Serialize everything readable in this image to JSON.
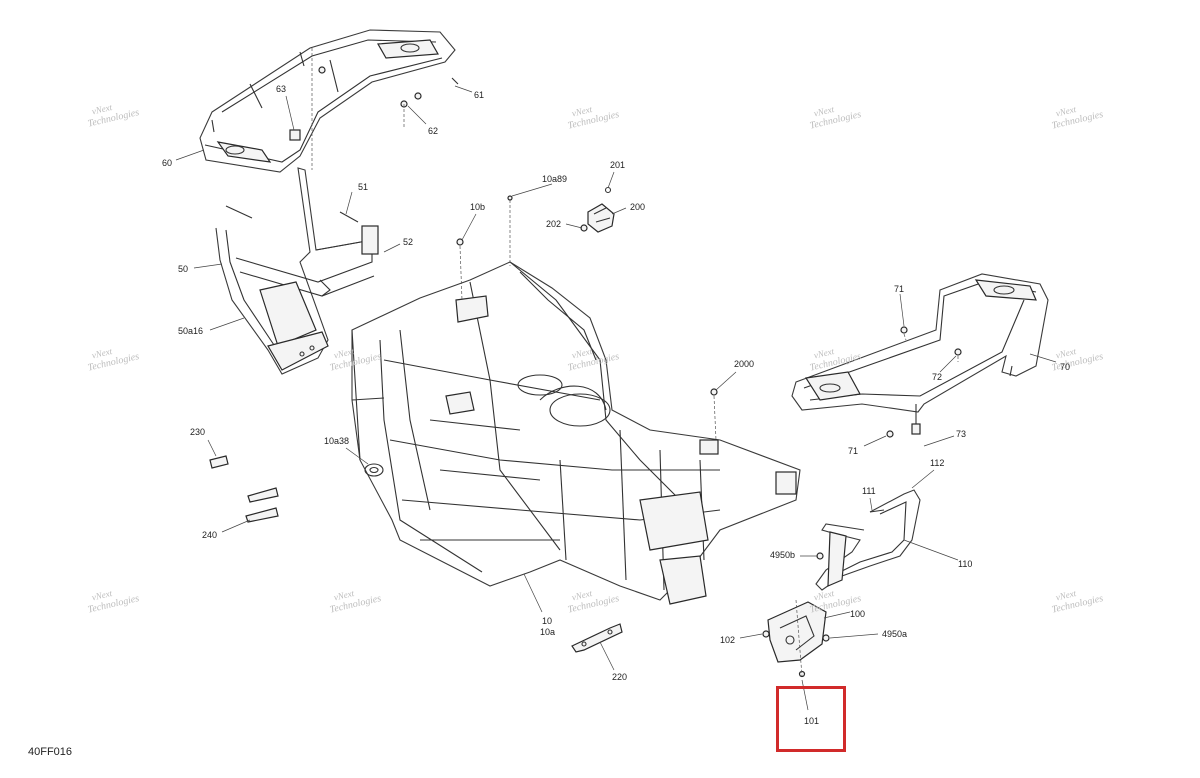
{
  "diagram": {
    "code": "40FF016",
    "watermark_line1": "vNext",
    "watermark_line2": "Technologies",
    "highlight_color": "#d12a2a",
    "callouts": [
      {
        "id": "c-61",
        "text": "61"
      },
      {
        "id": "c-62",
        "text": "62"
      },
      {
        "id": "c-63",
        "text": "63"
      },
      {
        "id": "c-60",
        "text": "60"
      },
      {
        "id": "c-51",
        "text": "51"
      },
      {
        "id": "c-52",
        "text": "52"
      },
      {
        "id": "c-50",
        "text": "50"
      },
      {
        "id": "c-50a16",
        "text": "50a16"
      },
      {
        "id": "c-10b",
        "text": "10b"
      },
      {
        "id": "c-10a89",
        "text": "10a89"
      },
      {
        "id": "c-201",
        "text": "201"
      },
      {
        "id": "c-200",
        "text": "200"
      },
      {
        "id": "c-202",
        "text": "202"
      },
      {
        "id": "c-71a",
        "text": "71"
      },
      {
        "id": "c-72",
        "text": "72"
      },
      {
        "id": "c-70",
        "text": "70"
      },
      {
        "id": "c-2000",
        "text": "2000"
      },
      {
        "id": "c-71b",
        "text": "71"
      },
      {
        "id": "c-73",
        "text": "73"
      },
      {
        "id": "c-230",
        "text": "230"
      },
      {
        "id": "c-10a38",
        "text": "10a38"
      },
      {
        "id": "c-240",
        "text": "240"
      },
      {
        "id": "c-112",
        "text": "112"
      },
      {
        "id": "c-111",
        "text": "111"
      },
      {
        "id": "c-110",
        "text": "110"
      },
      {
        "id": "c-4950b",
        "text": "4950b"
      },
      {
        "id": "c-10",
        "text": "10"
      },
      {
        "id": "c-10a",
        "text": "10a"
      },
      {
        "id": "c-100",
        "text": "100"
      },
      {
        "id": "c-102",
        "text": "102"
      },
      {
        "id": "c-4950a",
        "text": "4950a"
      },
      {
        "id": "c-220",
        "text": "220"
      },
      {
        "id": "c-101",
        "text": "101"
      }
    ]
  }
}
